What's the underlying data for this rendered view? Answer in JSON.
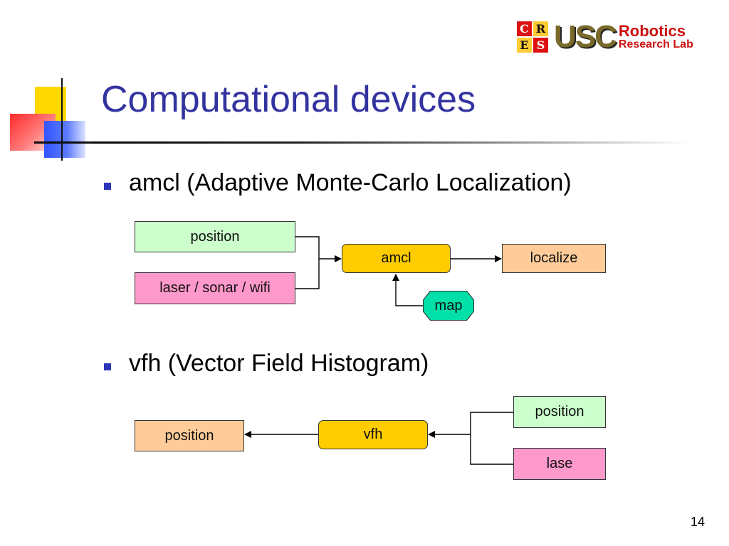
{
  "header": {
    "title": "Computational devices",
    "logo": {
      "cres_letters": [
        "C",
        "R",
        "E",
        "S"
      ],
      "usc": "USC",
      "line1": "Robotics",
      "line2": "Research Lab"
    }
  },
  "bullets": [
    {
      "text": "amcl (Adaptive Monte-Carlo Localization)"
    },
    {
      "text": "vfh (Vector Field Histogram)"
    }
  ],
  "diagram_amcl": {
    "inputs": [
      "position",
      "laser / sonar / wifi"
    ],
    "node": "amcl",
    "map": "map",
    "output": "localize"
  },
  "diagram_vfh": {
    "inputs": [
      "position",
      "lase"
    ],
    "node": "vfh",
    "output": "position"
  },
  "footer": {
    "page_number": "14"
  },
  "colors": {
    "title": "#3333a0",
    "bullet": "#2d35b8",
    "input_position": "#ccffcc",
    "input_sensor": "#ff99cc",
    "output": "#ffcc99",
    "node": "#ffcc00",
    "map": "#00e0a8"
  }
}
